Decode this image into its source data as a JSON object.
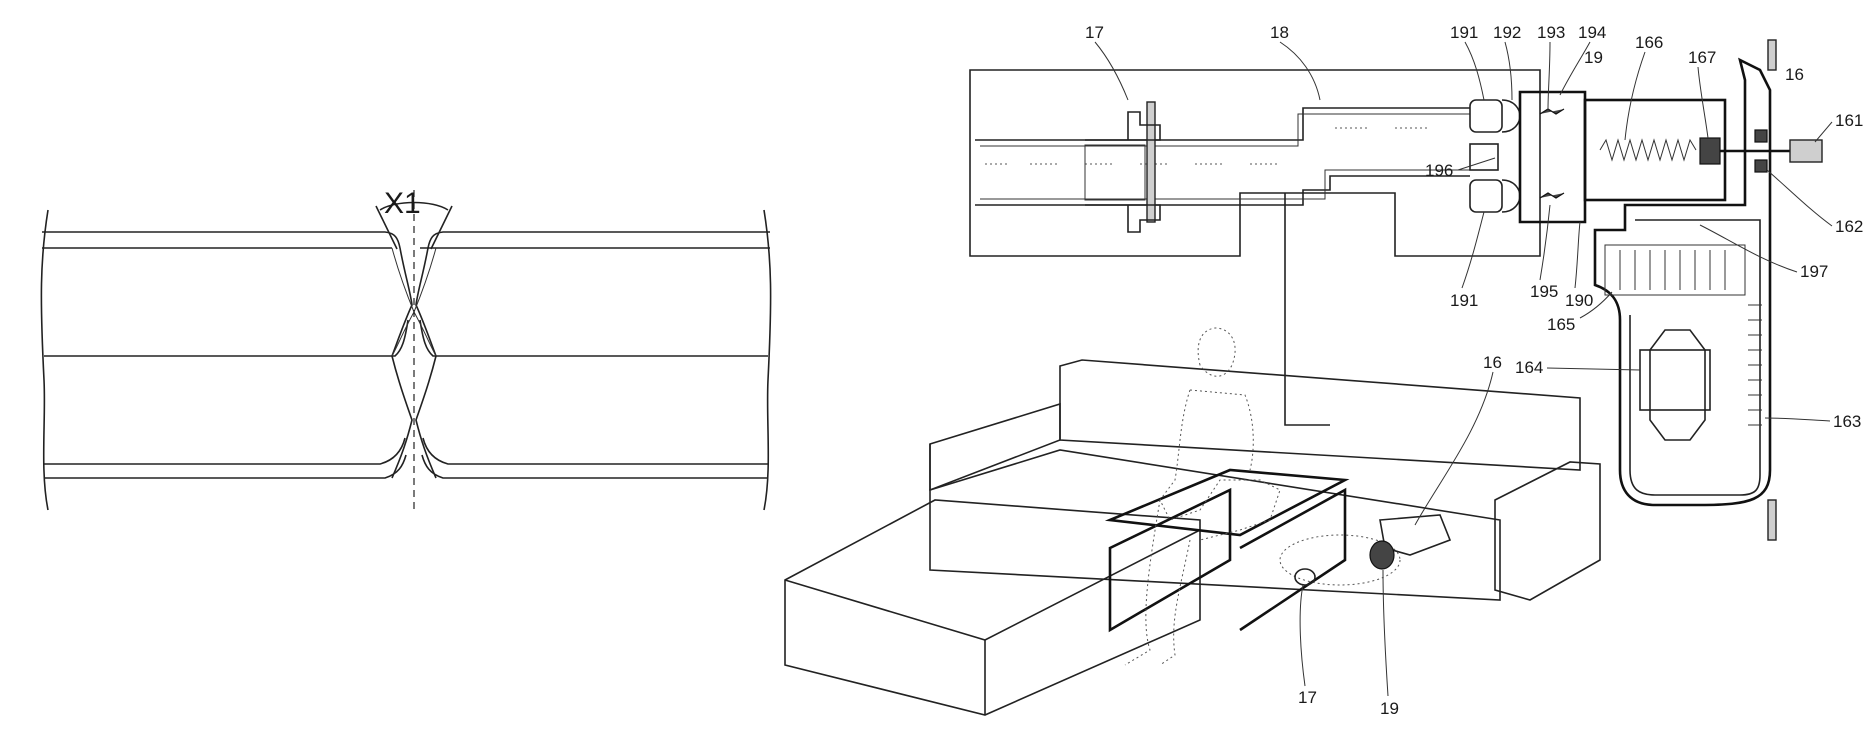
{
  "figure_left": {
    "label_x1": "X1"
  },
  "figure_right": {
    "callouts": {
      "c17_top": "17",
      "c18": "18",
      "c191_top": "191",
      "c192": "192",
      "c193": "193",
      "c194": "194",
      "c19_top": "19",
      "c166": "166",
      "c167": "167",
      "c16_top": "16",
      "c161": "161",
      "c196": "196",
      "c162": "162",
      "c197": "197",
      "c191_bottom": "191",
      "c195": "195",
      "c190": "190",
      "c165": "165",
      "c164": "164",
      "c163": "163",
      "c16_mid": "16",
      "c17_bottom": "17",
      "c19_bottom": "19"
    }
  }
}
